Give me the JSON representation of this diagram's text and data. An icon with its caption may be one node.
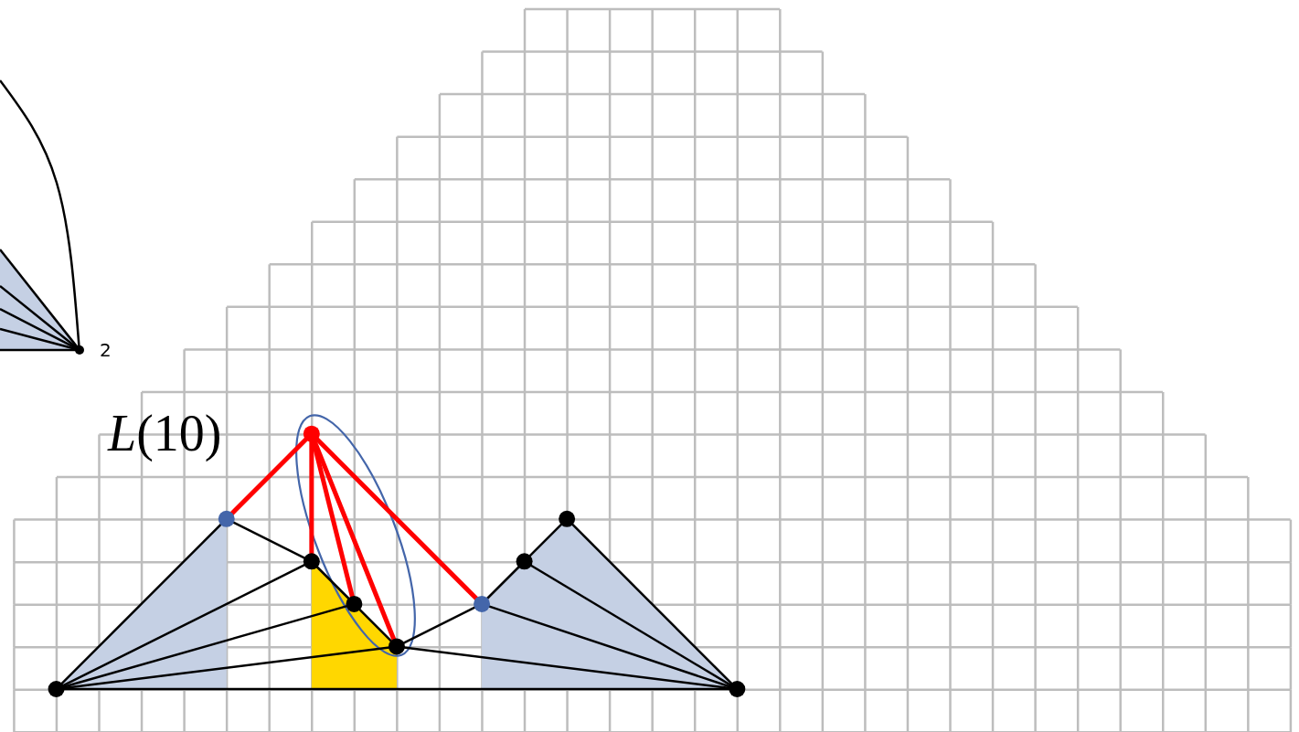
{
  "diagram": {
    "nodes": [
      {
        "text": [],
        "shape": "circle"
      },
      {
        "text": [],
        "shape": "circle"
      },
      {
        "text": [],
        "shape": "circle"
      },
      {
        "text": [],
        "shape": "circle"
      },
      {
        "text": [],
        "shape": "circle"
      },
      {
        "text": [],
        "shape": "circle"
      },
      {
        "text": [],
        "shape": "circle"
      },
      {
        "text": [],
        "shape": "circle"
      },
      {
        "text": [],
        "shape": "circle"
      },
      {
        "text": [],
        "shape": "circle"
      },
      {
        "text": [],
        "shape": "circle",
        "beside": [
          "2"
        ]
      }
    ],
    "edges": [
      {
        "from": 0,
        "to": 1,
        "arrow": "none"
      },
      {
        "from": 0,
        "to": 2,
        "arrow": "none"
      },
      {
        "from": 0,
        "to": 3,
        "arrow": "none"
      },
      {
        "from": 0,
        "to": 4,
        "arrow": "none"
      },
      {
        "from": 0,
        "to": 5,
        "arrow": "none"
      },
      {
        "from": 2,
        "to": 3,
        "arrow": "none"
      },
      {
        "from": 3,
        "to": 4,
        "arrow": "none"
      },
      {
        "from": 4,
        "to": 5,
        "arrow": "none"
      },
      {
        "from": 5,
        "to": 6,
        "arrow": "none"
      },
      {
        "from": 5,
        "to": 1,
        "arrow": "none"
      },
      {
        "from": 6,
        "to": 7,
        "arrow": "none"
      },
      {
        "from": 7,
        "to": 8,
        "arrow": "none"
      },
      {
        "from": 7,
        "to": 1,
        "arrow": "none"
      },
      {
        "from": 6,
        "to": 1,
        "arrow": "none"
      },
      {
        "from": 8,
        "to": 1,
        "arrow": "none"
      },
      {
        "from": 9,
        "to": 2,
        "arrow": "none",
        "style": "thick",
        "color": "#ff0000"
      },
      {
        "from": 9,
        "to": 3,
        "arrow": "none",
        "style": "thick",
        "color": "#ff0000"
      },
      {
        "from": 9,
        "to": 4,
        "arrow": "none",
        "style": "thick",
        "color": "#ff0000"
      },
      {
        "from": 9,
        "to": 5,
        "arrow": "none",
        "style": "thick",
        "color": "#ff0000"
      },
      {
        "from": 9,
        "to": 6,
        "arrow": "none",
        "style": "thick",
        "color": "#ff0000"
      },
      {
        "from": null,
        "to": 10,
        "arrow": "none"
      },
      {
        "from": null,
        "to": 10,
        "arrow": "none"
      },
      {
        "from": null,
        "to": 10,
        "arrow": "none"
      },
      {
        "from": null,
        "to": 10,
        "arrow": "none"
      },
      {
        "from": null,
        "to": 10,
        "arrow": "none"
      },
      {
        "from": null,
        "to": 10,
        "arrow": "none"
      }
    ],
    "labels": [
      "*L*(10)"
    ]
  }
}
